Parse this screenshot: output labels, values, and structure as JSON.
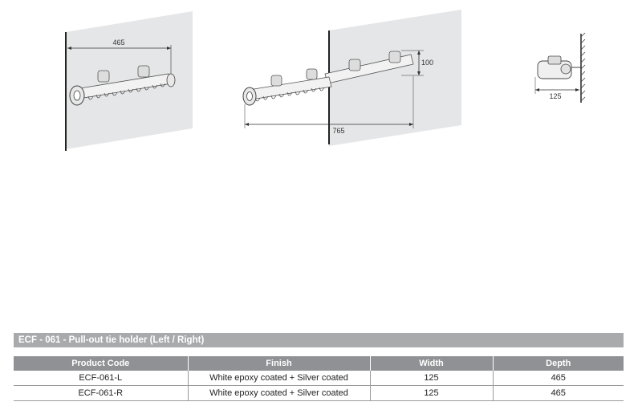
{
  "figures": {
    "fig1_width_label": "465",
    "fig2_height_label": "100",
    "fig2_extended_label": "765",
    "fig3_width_label": "125"
  },
  "product": {
    "title": "ECF - 061 - Pull-out tie holder (Left / Right)"
  },
  "table": {
    "headers": [
      "Product Code",
      "Finish",
      "Width",
      "Depth"
    ],
    "rows": [
      [
        "ECF-061-L",
        "White epoxy coated + Silver coated",
        "125",
        "465"
      ],
      [
        "ECF-061-R",
        "White epoxy coated + Silver coated",
        "125",
        "465"
      ]
    ]
  },
  "colors": {
    "title_bar": "#a8aaac",
    "header_bg": "#8f9194",
    "panel": "#e5e6e7"
  }
}
